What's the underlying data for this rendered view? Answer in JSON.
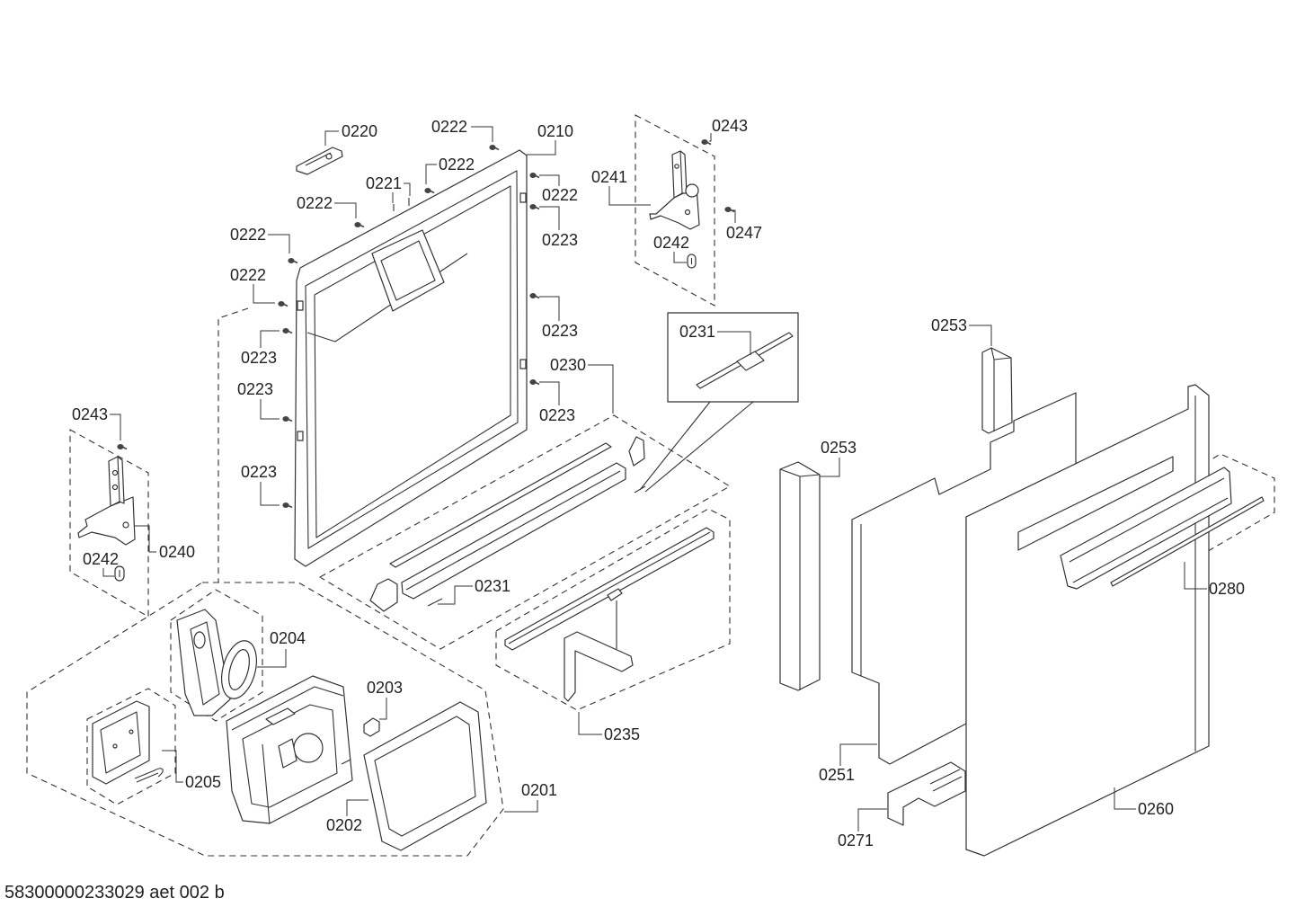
{
  "diagram": {
    "callouts": [
      "0220",
      "0222",
      "0210",
      "0222",
      "0221",
      "0222",
      "0222",
      "0222",
      "0222",
      "0223",
      "0223",
      "0223",
      "0223",
      "0230",
      "0223",
      "0223",
      "0243",
      "0240",
      "0242",
      "0241",
      "0243",
      "0247",
      "0242",
      "0231",
      "0253",
      "0253",
      "0231",
      "0204",
      "0203",
      "0235",
      "0280",
      "0205",
      "0201",
      "0251",
      "0202",
      "0260",
      "0271"
    ]
  },
  "footer": {
    "document_id": "58300000233029 aet 002 b"
  },
  "colors": {
    "line": "#333333",
    "background": "#ffffff"
  }
}
